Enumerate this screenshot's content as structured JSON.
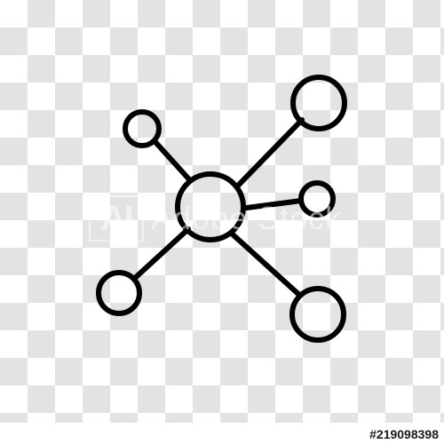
{
  "icon": {
    "name": "network-hub-icon",
    "stroke_color": "#000000"
  },
  "watermark": {
    "logo": "AI",
    "text": "Adobe Stock"
  },
  "footer": {
    "image_id": "#219098398"
  },
  "colors": {
    "checker_light": "#ffffff",
    "checker_dark": "#e3e3e3"
  }
}
